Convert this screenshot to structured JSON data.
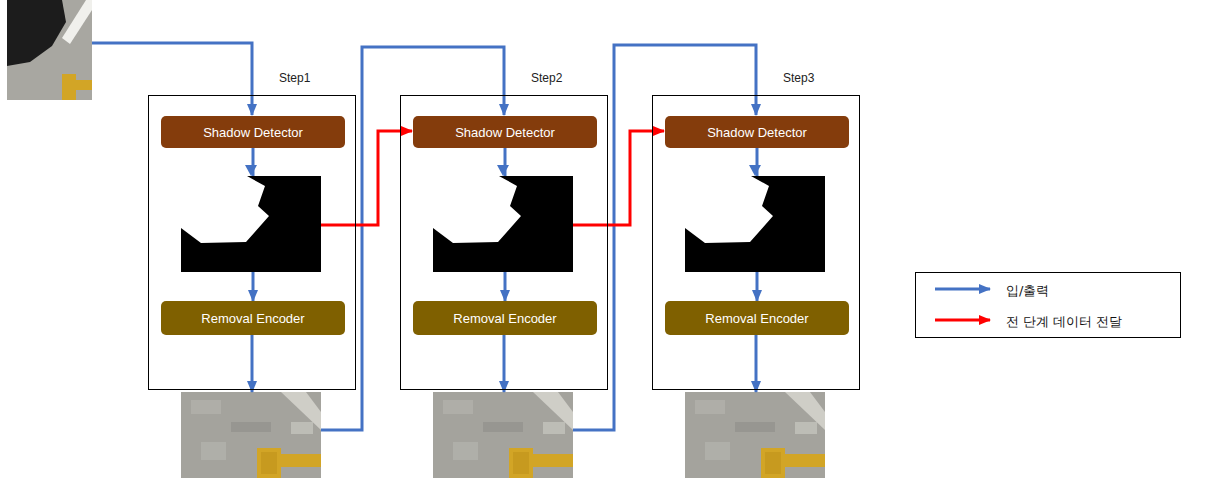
{
  "diagram": {
    "nodes": [
      {
        "text": [
          "Step1"
        ]
      },
      {
        "text": [
          "Shadow Detector"
        ],
        "in": 0
      },
      {
        "text": [
          "Removal Encoder"
        ],
        "in": 0
      },
      {
        "text": [
          "Step2"
        ]
      },
      {
        "text": [
          "Shadow Detector"
        ],
        "in": 3
      },
      {
        "text": [
          "Removal Encoder"
        ],
        "in": 3
      },
      {
        "text": [
          "Step3"
        ]
      },
      {
        "text": [
          "Shadow Detector"
        ],
        "in": 6
      },
      {
        "text": [
          "Removal Encoder"
        ],
        "in": 6
      }
    ],
    "edges": [
      {
        "from": 1,
        "to": 2,
        "arrow": "to"
      },
      {
        "from": 4,
        "to": 5,
        "arrow": "to"
      },
      {
        "from": 7,
        "to": 8,
        "arrow": "to"
      }
    ],
    "legend": [
      {
        "text": "입/출력"
      },
      {
        "text": "전 단계 데이터 전달"
      }
    ]
  }
}
